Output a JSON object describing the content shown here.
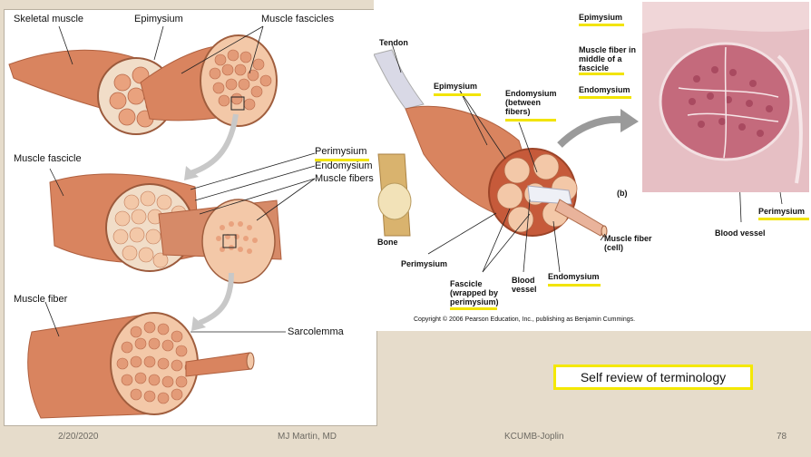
{
  "left_diagram": {
    "skeletal_muscle": "Skeletal muscle",
    "epimysium": "Epimysium",
    "muscle_fascicles": "Muscle fascicles",
    "perimysium": "Perimysium",
    "endomysium": "Endomysium",
    "muscle_fibers": "Muscle fibers",
    "muscle_fascicle": "Muscle fascicle",
    "muscle_fiber": "Muscle fiber",
    "sarcolemma": "Sarcolemma"
  },
  "right_diagram": {
    "tendon": "Tendon",
    "epimysium": "Epimysium",
    "endomysium_between": "Endomysium (between fibers)",
    "bone": "Bone",
    "perimysium": "Perimysium",
    "fascicle_wrapped": "Fascicle (wrapped by perimysium)",
    "blood_vessel": "Blood vessel",
    "endomysium": "Endomysium",
    "muscle_fiber_cell": "Muscle fiber (cell)",
    "copyright": "Copyright © 2006 Pearson Education, Inc., publishing as Benjamin Cummings.",
    "micro_epimysium": "Epimysium",
    "micro_muscle_fiber_middle": "Muscle fiber in middle of a fascicle",
    "micro_endomysium": "Endomysium",
    "micro_b": "(b)",
    "micro_perimysium": "Perimysium",
    "micro_blood_vessel": "Blood vessel"
  },
  "review_box": "Self review of terminology",
  "footer": {
    "date": "2/20/2020",
    "author": "MJ Martin, MD",
    "org": "KCUMB-Joplin",
    "page": "78"
  },
  "colors": {
    "muscle": "#d9845f",
    "fascicle": "#f3c8a8",
    "highlight": "#f2e400"
  }
}
